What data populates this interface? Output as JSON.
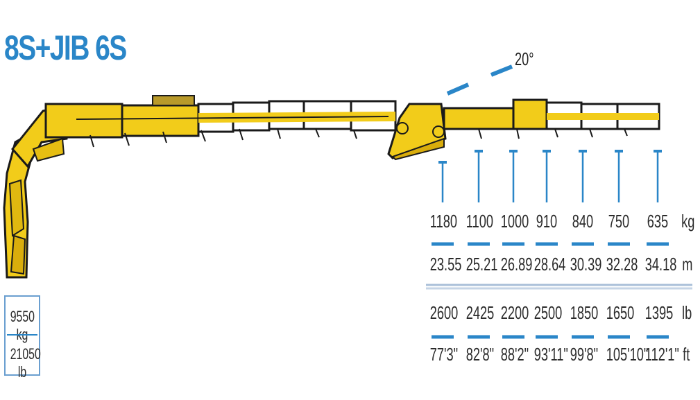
{
  "title": "8S+JIB 6S",
  "jib_angle": "20°",
  "units": {
    "kg": "kg",
    "m": "m",
    "lb": "lb",
    "ft": "ft"
  },
  "base_capacity": {
    "kg": "9550 kg",
    "lb": "21050 lb"
  },
  "load_table": [
    {
      "kg": "1180",
      "m": "23.55",
      "lb": "2600",
      "ft": "77'3\""
    },
    {
      "kg": "1100",
      "m": "25.21",
      "lb": "2425",
      "ft": "82'8\""
    },
    {
      "kg": "1000",
      "m": "26.89",
      "lb": "2200",
      "ft": "88'2\""
    },
    {
      "kg": "910",
      "m": "28.64",
      "lb": "2500",
      "ft": "93'11\""
    },
    {
      "kg": "840",
      "m": "30.39",
      "lb": "1850",
      "ft": "99'8\""
    },
    {
      "kg": "750",
      "m": "32.28",
      "lb": "1650",
      "ft": "105'10\""
    },
    {
      "kg": "635",
      "m": "34.18",
      "lb": "1395",
      "ft": "112'1\""
    }
  ],
  "colors": {
    "boom": "#f2cc1a",
    "outline": "#1a1a1a",
    "accent": "#2a86c8",
    "text": "#2b2b2b"
  }
}
